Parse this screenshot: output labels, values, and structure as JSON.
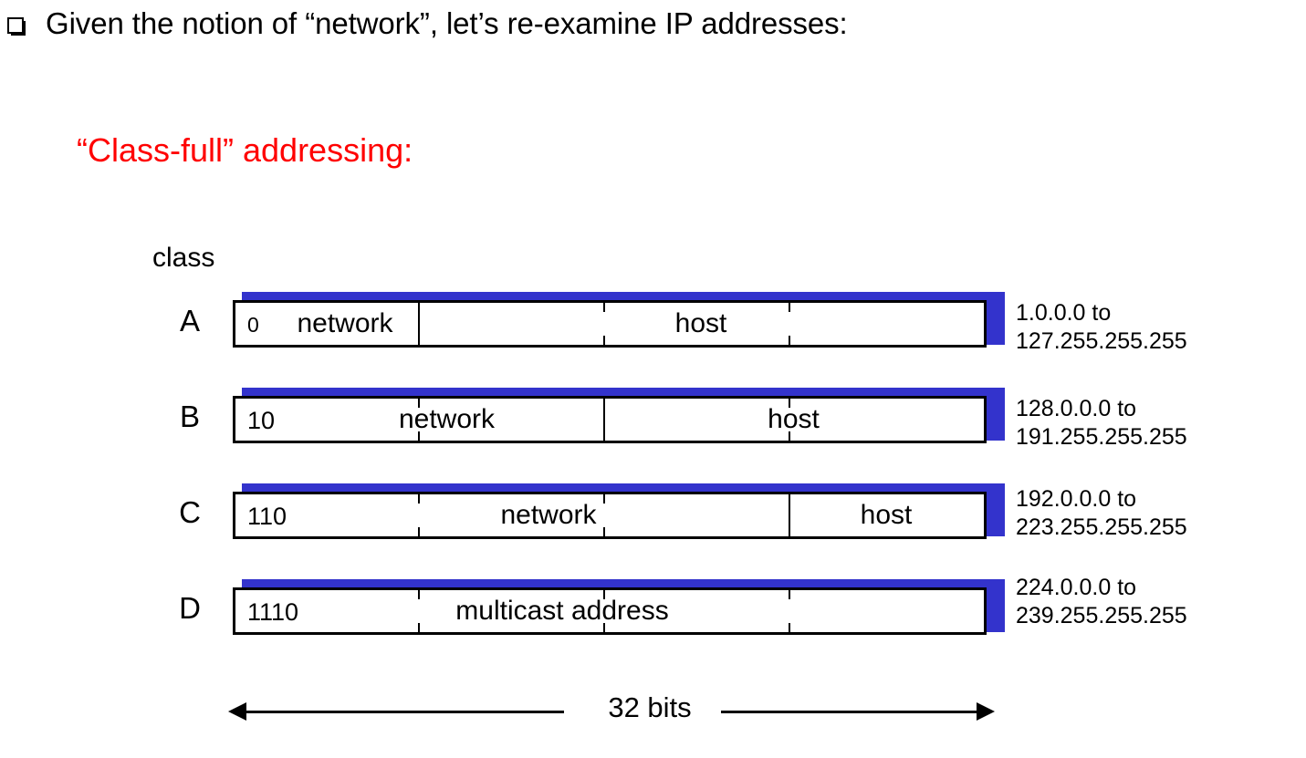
{
  "slide": {
    "bullet": {
      "icon": "square-bullet-icon",
      "text": "Given the notion of “network”, let’s re-examine IP addresses:"
    },
    "heading": {
      "text": "“Class-full” addressing:",
      "color": "#ff0000"
    },
    "class_column_label": "class",
    "accent_color": "#3333cc",
    "width_label": "32 bits",
    "rows": [
      {
        "letter": "A",
        "prefix": "0",
        "prefix_style": "small",
        "network_label": "network",
        "host_label": "host",
        "ip_range_line1": "1.0.0.0 to",
        "ip_range_line2": "127.255.255.255"
      },
      {
        "letter": "B",
        "prefix": "10",
        "prefix_style": "normal",
        "network_label": "network",
        "host_label": "host",
        "ip_range_line1": "128.0.0.0 to",
        "ip_range_line2": "191.255.255.255"
      },
      {
        "letter": "C",
        "prefix": "110",
        "prefix_style": "normal",
        "network_label": "network",
        "host_label": "host",
        "ip_range_line1": "192.0.0.0 to",
        "ip_range_line2": "223.255.255.255"
      },
      {
        "letter": "D",
        "prefix": "1110",
        "prefix_style": "normal",
        "network_label": "multicast address",
        "host_label": "",
        "ip_range_line1": "224.0.0.0 to",
        "ip_range_line2": "239.255.255.255"
      }
    ]
  }
}
